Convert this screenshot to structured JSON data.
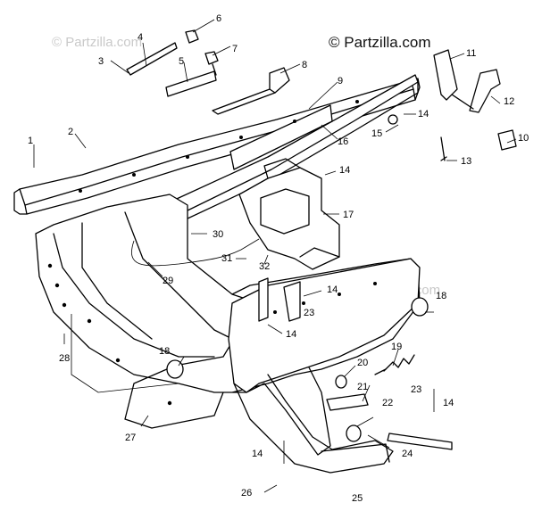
{
  "watermark": {
    "brand": "© Partzilla.com",
    "faded": "© Partzilla.com"
  },
  "callouts": [
    "1",
    "2",
    "3",
    "4",
    "5",
    "6",
    "7",
    "8",
    "9",
    "10",
    "11",
    "12",
    "13",
    "14",
    "15",
    "16",
    "17",
    "18",
    "19",
    "20",
    "21",
    "22",
    "23",
    "24",
    "25",
    "26",
    "27",
    "28",
    "29",
    "30",
    "31",
    "32"
  ],
  "repeat_labels": {
    "14": "14",
    "18": "18",
    "23": "23"
  }
}
